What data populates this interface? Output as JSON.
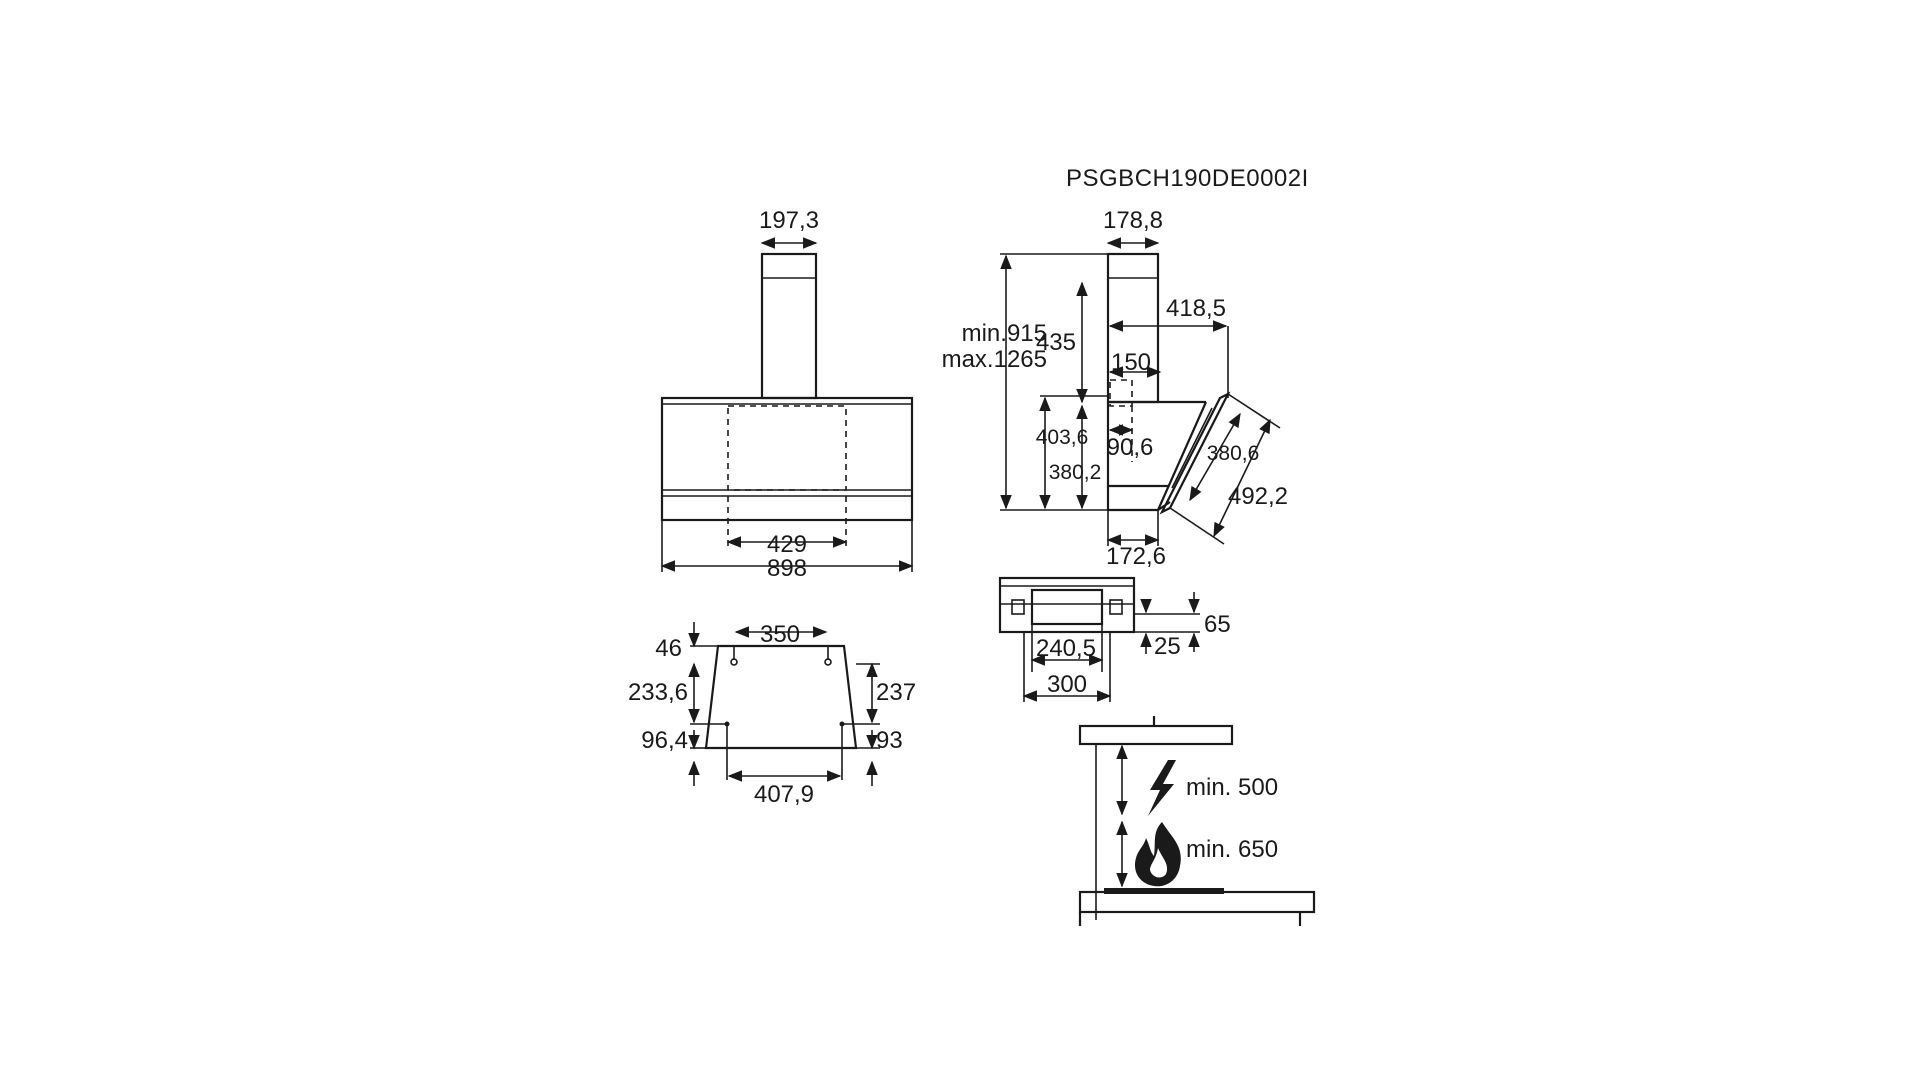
{
  "diagram": {
    "code": "PSGBCH190DE0002I",
    "front_view": {
      "chimney_width": "197,3",
      "inner_width": "429",
      "total_width": "898"
    },
    "side_view": {
      "chimney_depth": "178,8",
      "min_height": "min.915",
      "max_height": "max.1265",
      "chimney_height": "435",
      "total_depth": "418,5",
      "outlet_offset": "150",
      "body_height_outer": "403,6",
      "outlet_depth": "90,6",
      "body_height_inner": "380,2",
      "glass_width": "380,6",
      "glass_length": "492,2",
      "base_depth": "172,6"
    },
    "bracket_view": {
      "top_width": "350",
      "top_offset": "46",
      "left_height": "233,6",
      "right_height": "237",
      "left_bottom": "96,4",
      "right_bottom": "93",
      "bottom_width": "407,9"
    },
    "outlet_view": {
      "outlet_width": "240,5",
      "outer_width": "300",
      "height": "65",
      "offset": "25"
    },
    "install": {
      "electric_min": "min. 500",
      "gas_min": "min. 650",
      "electric_icon": "lightning-icon",
      "gas_icon": "flame-icon"
    }
  }
}
